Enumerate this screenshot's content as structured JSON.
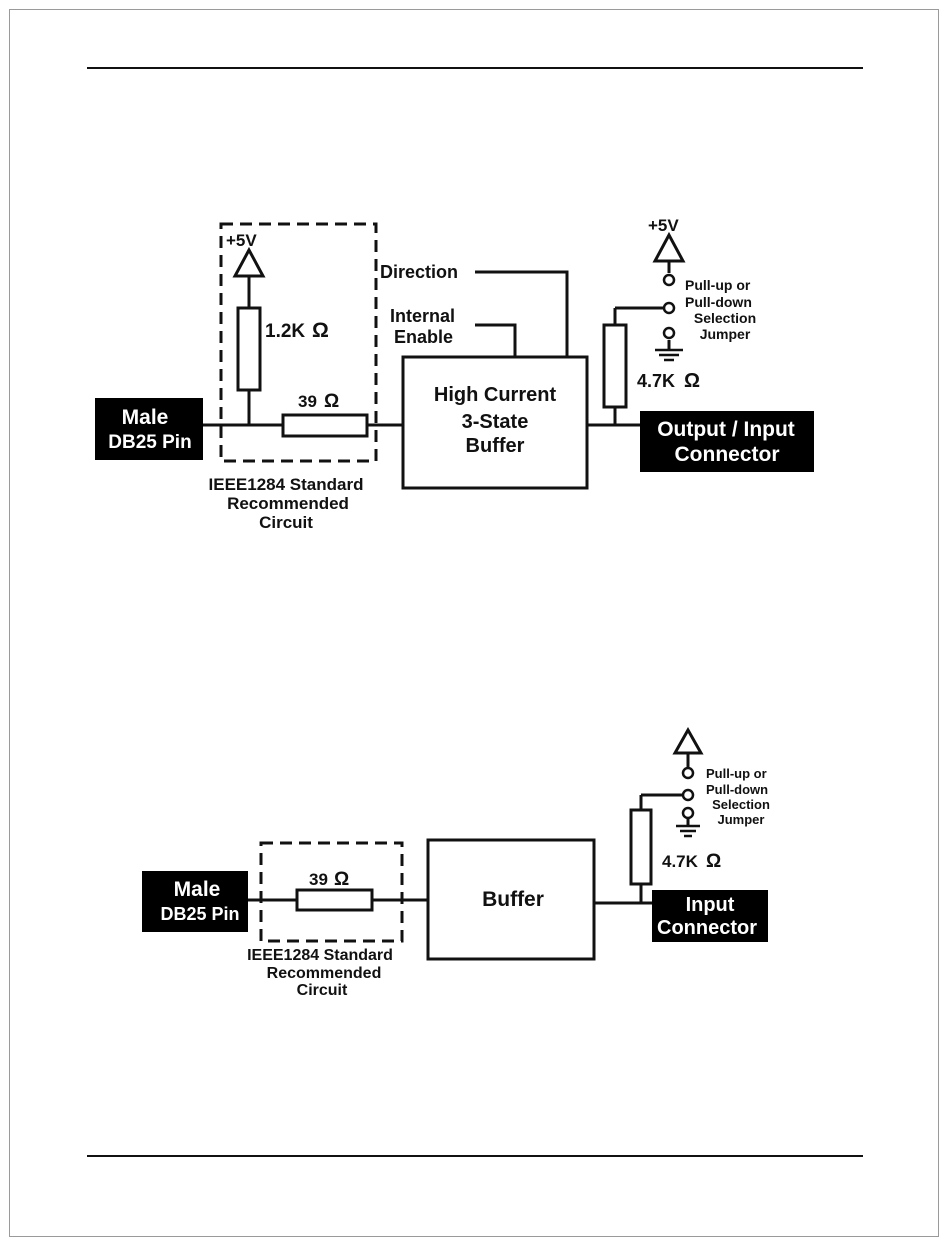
{
  "figure1": {
    "male_line1": "Male",
    "male_line2": "DB25 Pin",
    "supply_label": "+5V",
    "r_pullup": "1.2K",
    "r_series": "39",
    "ohm": "Ω",
    "dashed_caption": [
      "IEEE1284 Standard",
      "Recommended",
      "Circuit"
    ],
    "direction_label": "Direction",
    "enable_label": [
      "Internal",
      "Enable"
    ],
    "buffer_label": [
      "High Current",
      "3-State",
      "Buffer"
    ],
    "jumper_supply_label": "+5V",
    "jumper_caption": [
      "Pull-up or",
      "Pull-down",
      "Selection",
      "Jumper"
    ],
    "r_jumper": "4.7K",
    "connector_label": [
      "Output / Input",
      "Connector"
    ]
  },
  "figure2": {
    "male_line1": "Male",
    "male_line2": "DB25 Pin",
    "r_series": "39",
    "ohm": "Ω",
    "dashed_caption": [
      "IEEE1284 Standard",
      "Recommended",
      "Circuit"
    ],
    "buffer_label": "Buffer",
    "jumper_caption": [
      "Pull-up or",
      "Pull-down",
      "Selection",
      "Jumper"
    ],
    "r_jumper": "4.7K",
    "connector_label": [
      "Input",
      "Connector"
    ]
  },
  "colors": {
    "ink": "#111111",
    "label_bg": "#000000",
    "label_fg": "#ffffff",
    "frame": "#9a9a9a"
  }
}
